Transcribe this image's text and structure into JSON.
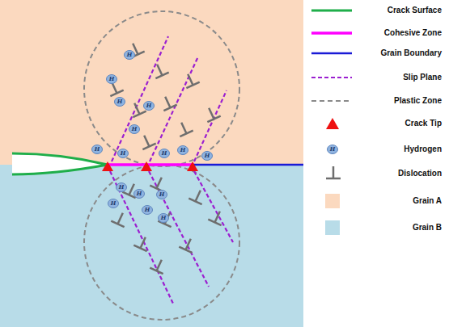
{
  "diagram": {
    "labels": [
      "H",
      "H",
      "H",
      "H",
      "H",
      "H",
      "H",
      "H",
      "H",
      "H",
      "H",
      "H",
      "H",
      "H",
      "H",
      "H",
      "H"
    ],
    "legend": [
      {
        "text": "Crack Surface"
      },
      {
        "text": "Cohesive Zone"
      },
      {
        "text": "Grain Boundary"
      },
      {
        "text": "Slip Plane"
      },
      {
        "text": "Plastic Zone"
      },
      {
        "text": "Crack Tip"
      },
      {
        "text": "Hydrogen"
      },
      {
        "text": "Dislocation"
      },
      {
        "text": "Grain A",
        "color": "#fbd9bf"
      },
      {
        "text": "Grain B",
        "color": "#b8dce8"
      }
    ]
  }
}
